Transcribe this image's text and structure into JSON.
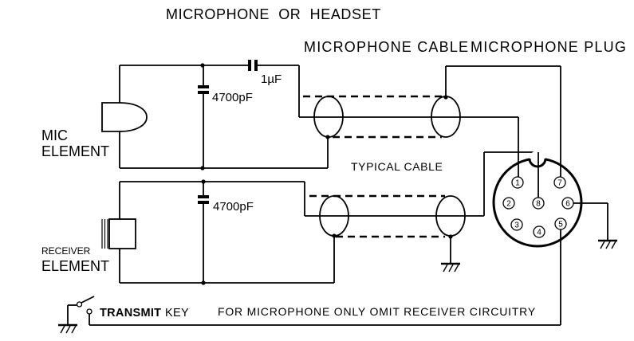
{
  "headings": {
    "title": "MICROPHONE  OR  HEADSET",
    "microphone_cable": "MICROPHONE CABLE",
    "microphone_plug": "MICROPHONE PLUG"
  },
  "labels": {
    "mic_element_line1": "MIC",
    "mic_element_line2": "ELEMENT",
    "receiver_element_line1": "RECEIVER",
    "receiver_element_line2": "ELEMENT",
    "coupling_capacitor_value": "1µF",
    "mic_capacitor_value": "4700pF",
    "receiver_capacitor_value": "4700pF",
    "typical_cable": "TYPICAL CABLE",
    "transmit_key_word1": "TRANSMIT",
    "transmit_key_word2": "KEY",
    "note": "FOR MICROPHONE ONLY OMIT RECEIVER CIRCUITRY"
  },
  "plug": {
    "pins": [
      "1",
      "2",
      "3",
      "4",
      "5",
      "6",
      "7",
      "8"
    ]
  },
  "colors": {
    "line": "#000000",
    "background": "#ffffff"
  }
}
